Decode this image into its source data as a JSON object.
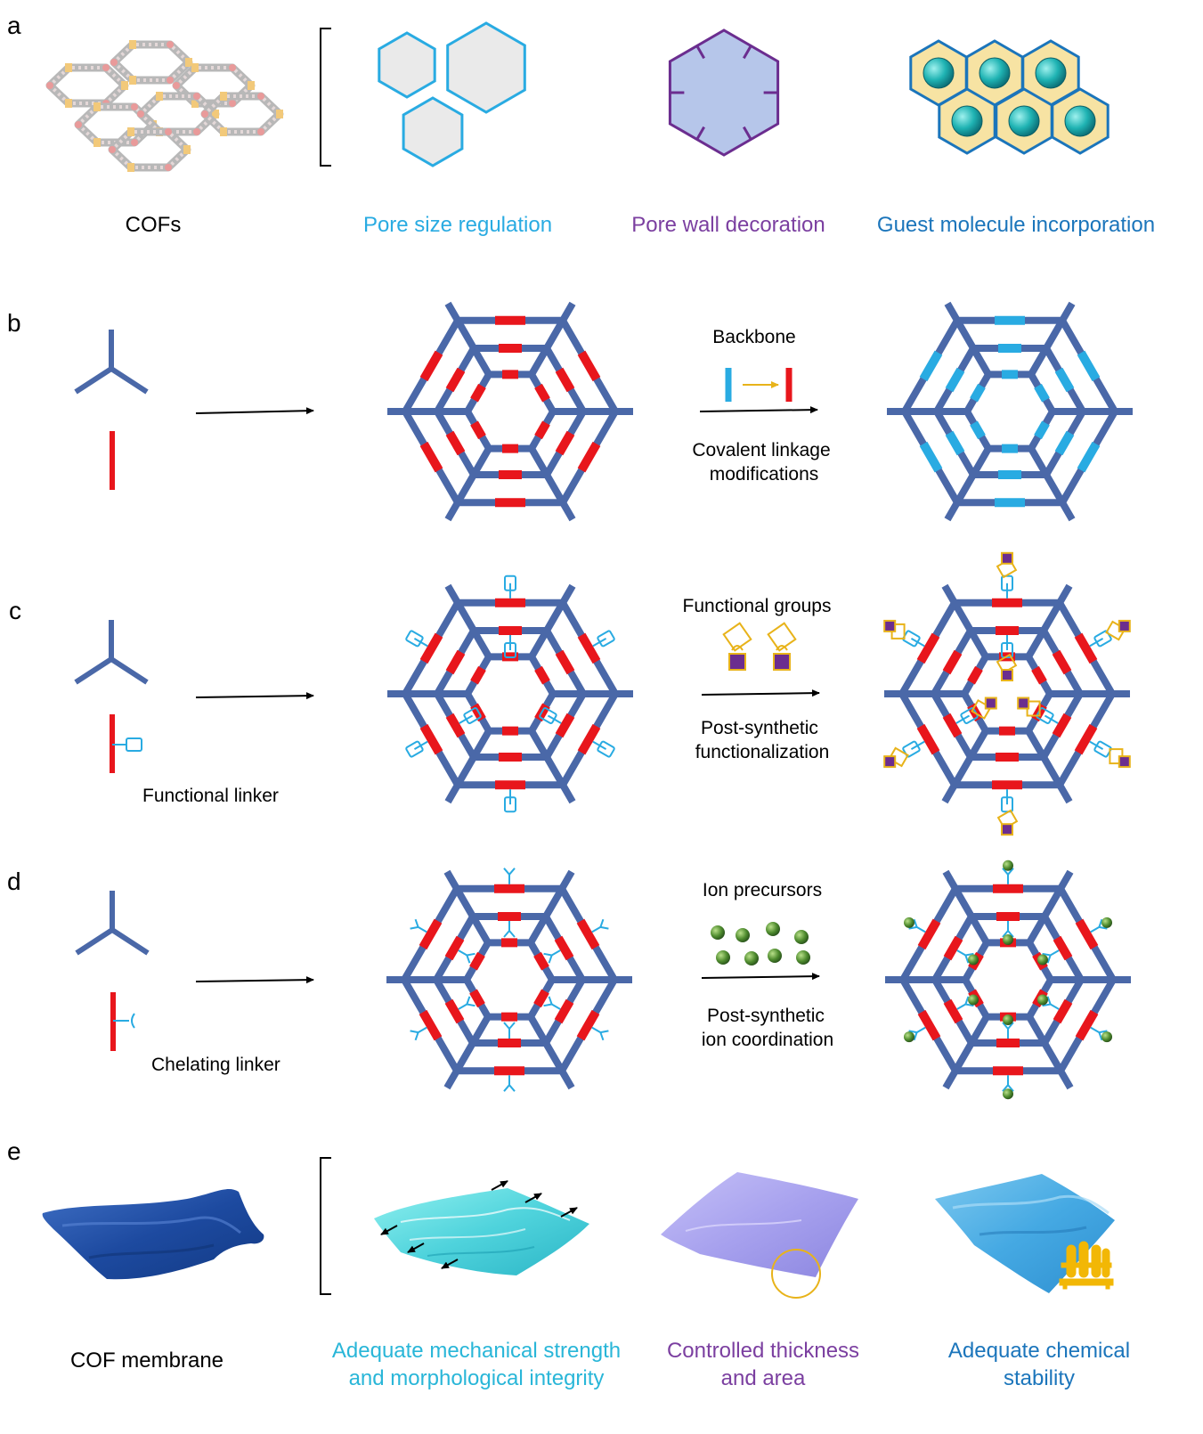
{
  "panels": {
    "a": {
      "letter": "a",
      "left_label": "COFs",
      "items": [
        {
          "label": "Pore size regulation",
          "color": "#29ABE2"
        },
        {
          "label": "Pore wall decoration",
          "color": "#7B3FA0"
        },
        {
          "label": "Guest molecule incorporation",
          "color": "#1B75BB"
        }
      ]
    },
    "b": {
      "letter": "b",
      "arrow_top": "Backbone",
      "arrow_bottom": [
        "Covalent linkage",
        "modifications"
      ]
    },
    "c": {
      "letter": "c",
      "linker_label": "Functional linker",
      "arrow_top": "Functional groups",
      "arrow_bottom": [
        "Post-synthetic",
        "functionalization"
      ]
    },
    "d": {
      "letter": "d",
      "linker_label": "Chelating linker",
      "arrow_top": "Ion precursors",
      "arrow_bottom": [
        "Post-synthetic",
        "ion coordination"
      ]
    },
    "e": {
      "letter": "e",
      "left_label": "COF membrane",
      "items": [
        {
          "lines": [
            "Adequate mechanical strength",
            "and morphological integrity"
          ],
          "color": "#29B6D8"
        },
        {
          "lines": [
            "Controlled thickness",
            "and area"
          ],
          "color": "#7B3FA0"
        },
        {
          "lines": [
            "Adequate chemical",
            "stability"
          ],
          "color": "#1B75BB"
        }
      ]
    }
  },
  "colors": {
    "framework": "#4A68A8",
    "linker": "#E8161C",
    "cyan": "#29ABE2",
    "gold": "#E8B31A",
    "purple": "#6B2D8F",
    "ion": "#4E8B2E"
  }
}
